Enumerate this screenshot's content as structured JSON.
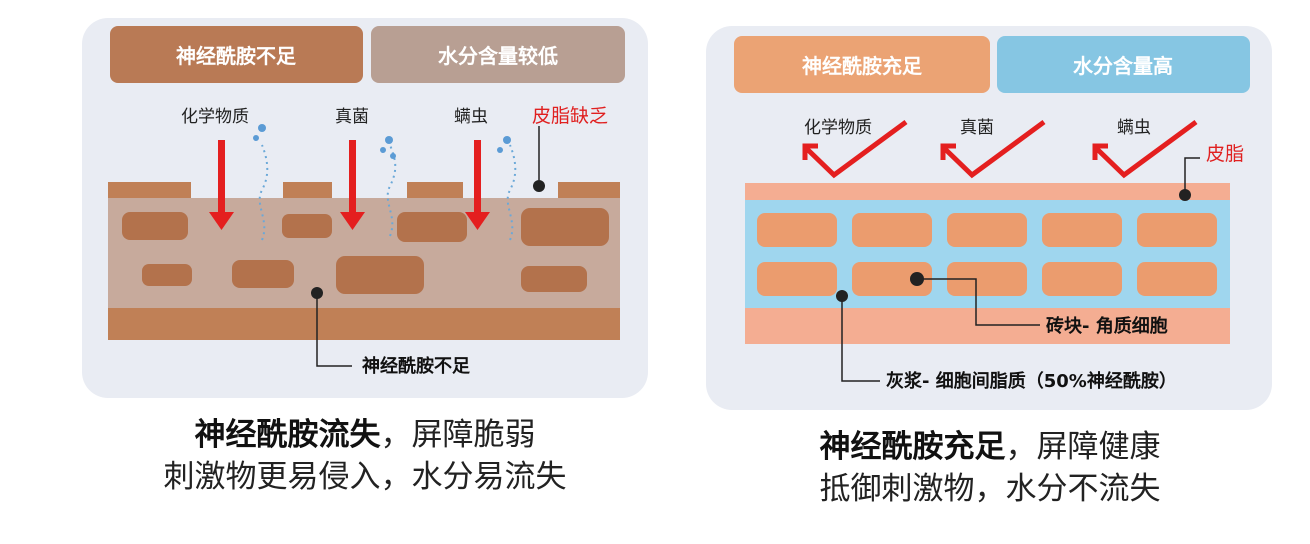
{
  "left": {
    "header_1": "神经酰胺不足",
    "header_2": "水分含量较低",
    "agent_1": "化学物质",
    "agent_2": "真菌",
    "agent_3": "螨虫",
    "sebum_label": "皮脂缺乏",
    "callout": "神经酰胺不足",
    "caption_bold": "神经酰胺流失",
    "caption_rest_1": "，屏障脆弱",
    "caption_line_2": "刺激物更易侵入，水分易流失",
    "colors": {
      "header_1": "#b97a55",
      "header_2": "#b89f93",
      "skin": "#c08056",
      "matrix": "#c7aa9c",
      "sebum": "#e02020",
      "arrow": "#e41f1f"
    }
  },
  "right": {
    "header_1": "神经酰胺充足",
    "header_2": "水分含量高",
    "agent_1": "化学物质",
    "agent_2": "真菌",
    "agent_3": "螨虫",
    "sebum_label": "皮脂",
    "brick_label": "砖块- 角质细胞",
    "mortar_label": "灰浆- 细胞间脂质（50%神经酰胺）",
    "caption_bold": "神经酰胺充足",
    "caption_rest_1": "，屏障健康",
    "caption_line_2": "抵御刺激物，水分不流失",
    "colors": {
      "header_1": "#eba374",
      "header_2": "#86c6e3",
      "skin": "#f4ad92",
      "mortar": "#9fd6ee",
      "brick": "#eb9c6e",
      "check": "#e41f1f"
    }
  }
}
